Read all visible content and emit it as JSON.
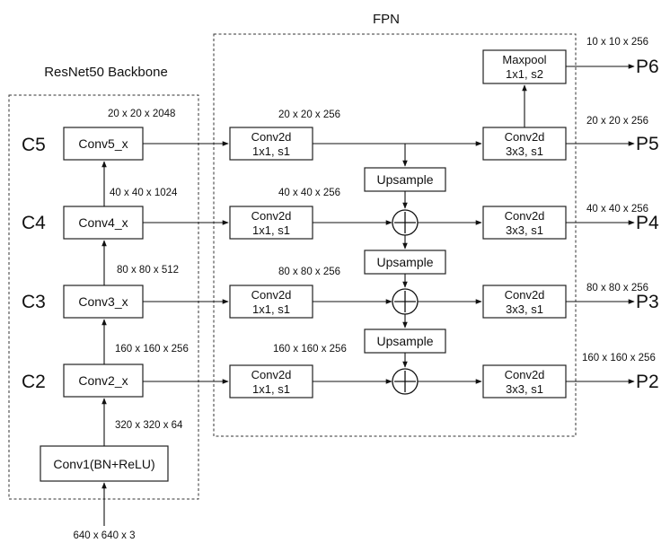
{
  "titles": {
    "backbone": "ResNet50 Backbone",
    "fpn": "FPN"
  },
  "input": {
    "dims": "640 x 640 x 3"
  },
  "backbone": {
    "conv1": {
      "label": "Conv1(BN+ReLU)",
      "out_dims": "320 x 320 x 64"
    },
    "conv2": {
      "label": "Conv2_x",
      "stage": "C2",
      "out_dims": "160 x 160 x 256"
    },
    "conv3": {
      "label": "Conv3_x",
      "stage": "C3",
      "out_dims": "80 x 80 x 512"
    },
    "conv4": {
      "label": "Conv4_x",
      "stage": "C4",
      "out_dims": "40 x 40 x 1024"
    },
    "conv5": {
      "label": "Conv5_x",
      "stage": "C5",
      "out_dims": "20 x 20 x 2048"
    }
  },
  "lateral": {
    "label": "Conv2d",
    "params": "1x1, s1",
    "c5_dims": "20 x 20 x 256",
    "c4_dims": "40 x 40 x 256",
    "c3_dims": "80 x 80 x 256",
    "c2_dims": "160 x 160 x 256"
  },
  "upsample": {
    "label": "Upsample"
  },
  "smooth": {
    "label": "Conv2d",
    "params": "3x3, s1"
  },
  "maxpool": {
    "label": "Maxpool",
    "params": "1x1, s2"
  },
  "outputs": {
    "p6": {
      "label": "P6",
      "dims": "10 x 10 x 256"
    },
    "p5": {
      "label": "P5",
      "dims": "20 x 20 x 256"
    },
    "p4": {
      "label": "P4",
      "dims": "40 x 40 x 256"
    },
    "p3": {
      "label": "P3",
      "dims": "80 x 80 x 256"
    },
    "p2": {
      "label": "P2",
      "dims": "160 x 160 x 256"
    }
  }
}
